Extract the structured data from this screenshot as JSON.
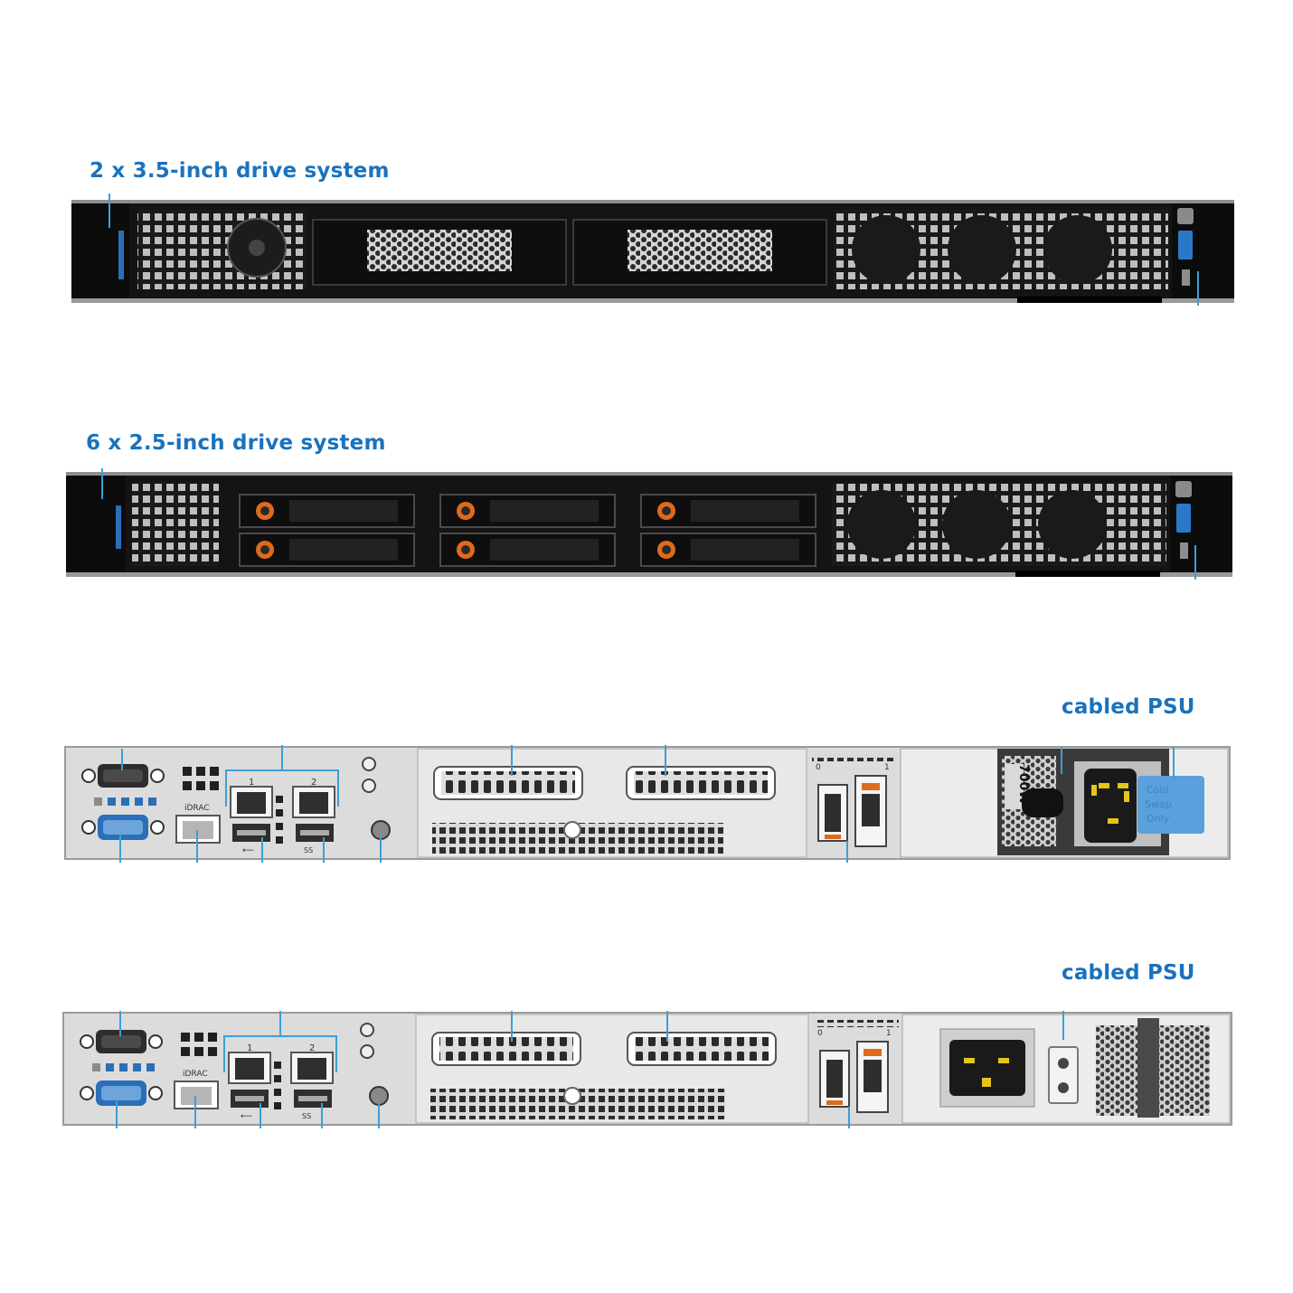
{
  "front_panels": [
    {
      "caption": "2 x 3.5-inch drive system"
    },
    {
      "caption": "6 x 2.5-inch drive system"
    }
  ],
  "rear_panels": [
    {
      "caption": "cabled PSU",
      "idrac_label": "iDRAC",
      "psu_rating": "700W",
      "psu_tab_lines": [
        "Cold",
        "Swap",
        "Only"
      ],
      "riser_marks": [
        "0",
        "1"
      ],
      "nic_numbers": [
        "1",
        "2"
      ],
      "usb_labels": [
        "⟵",
        "SS"
      ]
    },
    {
      "caption": "cabled PSU",
      "idrac_label": "iDRAC",
      "riser_marks": [
        "0",
        "1"
      ],
      "nic_numbers": [
        "1",
        "2"
      ],
      "usb_labels": [
        "⟵",
        "SS"
      ]
    }
  ],
  "colors": {
    "caption_blue": "#1a72bd",
    "callout_blue": "#3d9fd6",
    "chassis_black": "#141414",
    "rear_gray": "#dcdcdc",
    "drive_orange": "#e06a1c",
    "psu_blue_tab": "#5aa0dc"
  }
}
